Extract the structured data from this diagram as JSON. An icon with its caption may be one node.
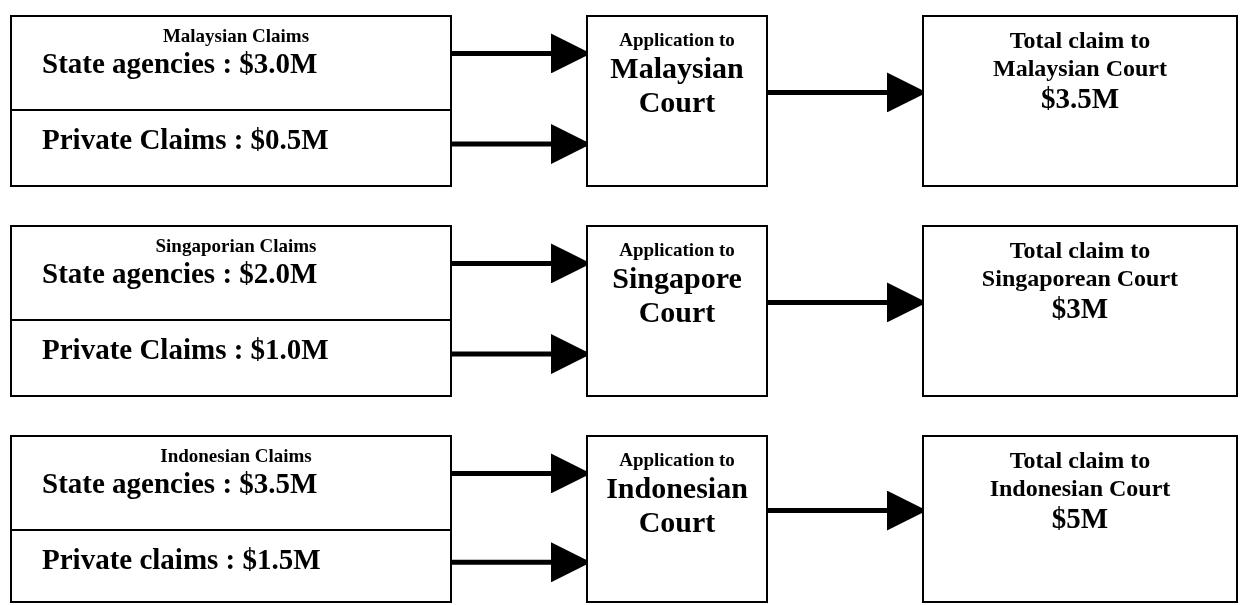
{
  "diagram": {
    "nodes": [
      {
        "text": [
          "Malaysian Claims",
          "State agencies :  $3.0M"
        ]
      },
      {
        "text": [
          "Private Claims : $0.5M"
        ]
      },
      {
        "text": [
          "Application to",
          "Malaysian Court"
        ]
      },
      {
        "text": [
          "Total claim to Malaysian Court",
          "$3.5M"
        ]
      },
      {
        "text": [
          "Singaporian Claims",
          "State agencies :  $2.0M"
        ]
      },
      {
        "text": [
          "Private Claims : $1.0M"
        ]
      },
      {
        "text": [
          "Application to",
          "Singapore Court"
        ]
      },
      {
        "text": [
          "Total claim to Singaporean Court",
          "$3M"
        ]
      },
      {
        "text": [
          "Indonesian Claims",
          "State agencies :  $3.5M"
        ]
      },
      {
        "text": [
          "Private claims : $1.5M"
        ]
      },
      {
        "text": [
          "Application to",
          "Indonesian Court"
        ]
      },
      {
        "text": [
          "Total claim to Indonesian Court",
          "$5M"
        ]
      }
    ],
    "edges": [
      {
        "from": 0,
        "to": 2,
        "arrow": "to"
      },
      {
        "from": 1,
        "to": 2,
        "arrow": "to"
      },
      {
        "from": 2,
        "to": 3,
        "arrow": "to"
      },
      {
        "from": 4,
        "to": 6,
        "arrow": "to"
      },
      {
        "from": 5,
        "to": 6,
        "arrow": "to"
      },
      {
        "from": 6,
        "to": 7,
        "arrow": "to"
      },
      {
        "from": 8,
        "to": 10,
        "arrow": "to"
      },
      {
        "from": 9,
        "to": 10,
        "arrow": "to"
      },
      {
        "from": 10,
        "to": 11,
        "arrow": "to"
      }
    ]
  }
}
